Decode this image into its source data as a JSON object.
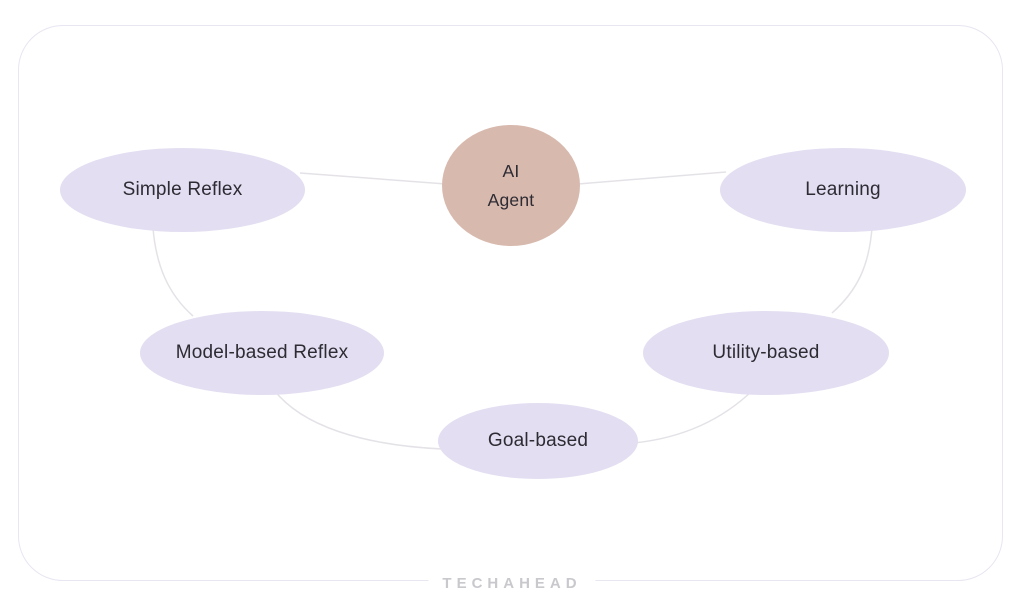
{
  "diagram": {
    "title_node": {
      "label_line1": "AI",
      "label_line2": "Agent"
    },
    "nodes": [
      {
        "id": "simple-reflex",
        "label": "Simple Reflex"
      },
      {
        "id": "learning",
        "label": "Learning"
      },
      {
        "id": "model-based-reflex",
        "label": "Model-based Reflex"
      },
      {
        "id": "utility-based",
        "label": "Utility-based"
      },
      {
        "id": "goal-based",
        "label": "Goal-based"
      }
    ],
    "edges": [
      "simple-reflex - ai-agent",
      "ai-agent - learning",
      "simple-reflex - model-based-reflex",
      "model-based-reflex - goal-based",
      "goal-based - utility-based",
      "learning - utility-based"
    ],
    "colors": {
      "center_fill": "#d8b9ae",
      "ellipse_fill": "#e3def1",
      "connector_stroke": "#e4e2e7",
      "card_border": "#e9e5f1",
      "text": "#2d2b33",
      "watermark": "#c9c8cd"
    }
  },
  "footer": {
    "brand": "TECHAHEAD"
  }
}
